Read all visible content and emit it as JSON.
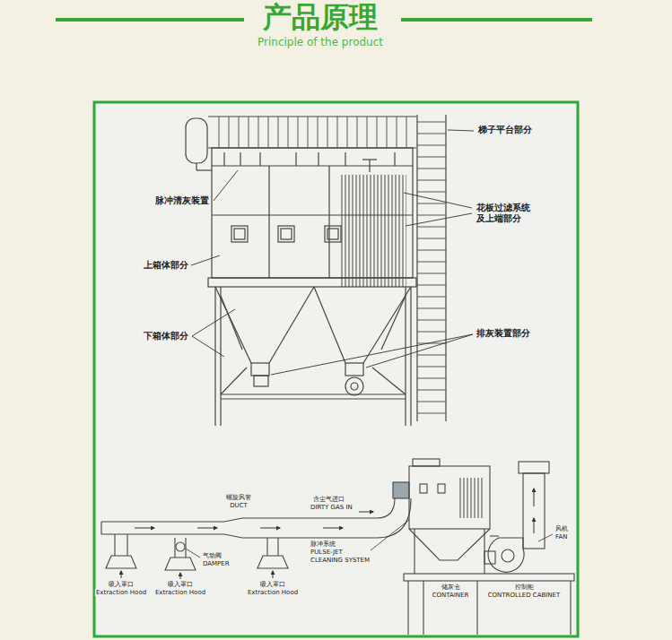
{
  "diagram": {
    "title": "产品原理",
    "labels": [
      "Principle of the product",
      "梯子平台部分",
      "脉冲清灰装置",
      "花板过滤系统 及上端部分",
      "上箱体部分",
      "下箱体部分",
      "排灰装置部分",
      "螺旋风管",
      "DUCT",
      "含尘气进口",
      "DIRTY GAS IN",
      "脉冲系统",
      "PULSE-JET",
      "CLEANING SYSTEM",
      "吸入罩口",
      "Extraction Hood",
      "吸入罩口",
      "Extraction Hood",
      "气动阀",
      "DAMPER",
      "吸入罩口",
      "Extraction Hood",
      "储灰仓",
      "CONTAINER",
      "控制柜",
      "CONTROLLED CABINET",
      "风机",
      "FAN"
    ]
  }
}
